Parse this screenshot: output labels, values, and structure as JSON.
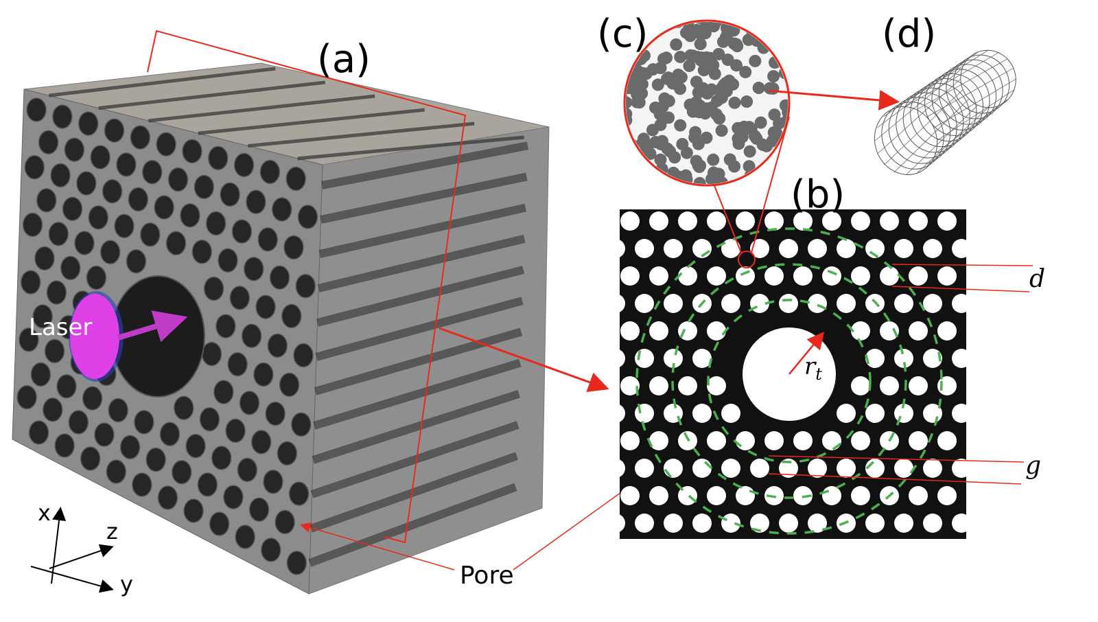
{
  "panels": {
    "a": "(a)",
    "b": "(b)",
    "c": "(c)",
    "d": "(d)"
  },
  "labels": {
    "laser": "Laser",
    "pore": "Pore",
    "d": "d",
    "g": "g",
    "r": "r",
    "r_sub": "t"
  },
  "axes": {
    "x": "x",
    "y": "y",
    "z": "z"
  },
  "colors": {
    "structure": "#8a8a8a",
    "panel_b_bg": "#111111",
    "rings": "#4caf50",
    "annotation": "#e8291c",
    "laser": "#e040e8"
  }
}
